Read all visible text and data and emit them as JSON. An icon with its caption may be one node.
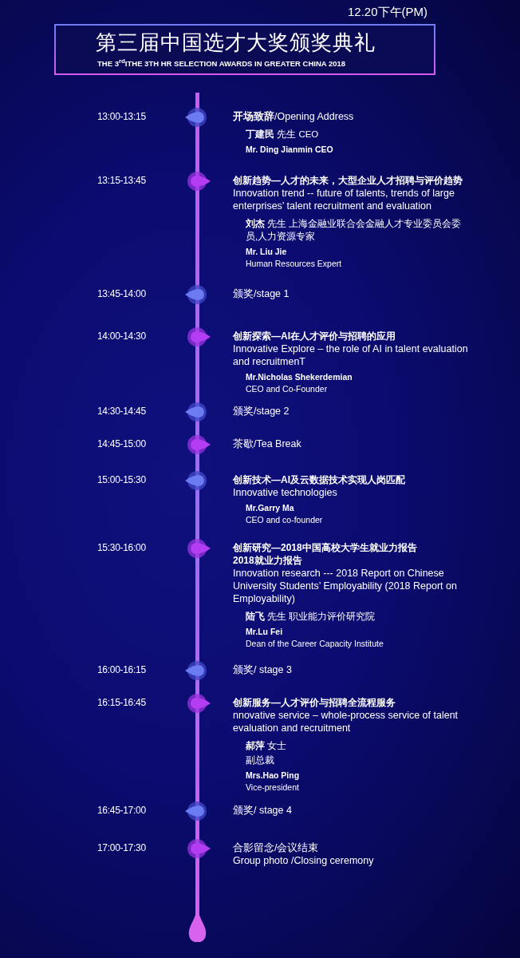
{
  "diagram": {
    "nodes": [
      {
        "text": [
          "第三届中国选才大奖颁奖典礼",
          "THE 3$^{rd}$ITHE 3TH HR SELECTION AWARDS IN GREATER CHINA 2018"
        ]
      },
      {
        "text": [],
        "shape": "circle",
        "beside": [
          "**开场致辞**/Opening Address",
          "**丁建民** 先生 CEO",
          "Mr. Ding Jianmin CEO"
        ]
      },
      {
        "text": [],
        "shape": "circle",
        "beside": [
          "创新趋势—人才的未来，大型企业人才招聘与评价趋势",
          "Innovation trend -- future of talents, trends of large enterprises’ talent recruitment and evaluation",
          "**刘杰** 先生 上海金融业联合会金融人才专业委员会委员,人力资源专家",
          "Mr. Liu Jie",
          "Human Resources Expert"
        ]
      },
      {
        "text": [],
        "shape": "circle",
        "beside": [
          "颁奖/stage 1"
        ]
      },
      {
        "text": [],
        "shape": "circle",
        "beside": [
          "创新探索—AI在人才评价与招聘的应用",
          "Innovative Explore – the role of AI in talent evaluation and recruitmenT",
          "Mr.Nicholas Shekerdemian",
          "CEO and Co-Founder"
        ]
      },
      {
        "text": [],
        "shape": "circle",
        "beside": [
          "颁奖/stage 2"
        ]
      },
      {
        "text": [],
        "shape": "circle",
        "beside": [
          "茶歇/Tea Break"
        ]
      },
      {
        "text": [],
        "shape": "circle",
        "beside": [
          "创新技术—AI及云数据技术实现人岗匹配",
          "Innovative technologies",
          "Mr.Garry Ma",
          "CEO and co-founder"
        ]
      },
      {
        "text": [],
        "shape": "circle",
        "beside": [
          "创新研究—2018中国高校大学生就业力报告",
          "2018就业力报告",
          "Innovation research --- 2018 Report on Chinese University Students’ Employability (2018 Report on Employability)",
          "**陆飞** 先生 职业能力评价研究院",
          "Mr.Lu Fei",
          "Dean of the Career Capacity Institute"
        ]
      },
      {
        "text": [],
        "shape": "circle",
        "beside": [
          "颁奖/ stage 3"
        ]
      },
      {
        "text": [],
        "shape": "circle",
        "beside": [
          "创新服务—人才评价与招聘全流程服务",
          "nnovative service – whole-process service of talent evaluation and recruitment",
          "**郝萍** 女士",
          "副总裁",
          "Mrs.Hao Ping",
          "Vice-president"
        ]
      },
      {
        "text": [],
        "shape": "circle",
        "beside": [
          "颁奖/ stage 4"
        ]
      },
      {
        "text": [],
        "shape": "circle",
        "beside": [
          "合影留念/会议结束",
          "Group photo /Closing ceremony"
        ]
      }
    ],
    "labels": [
      "12.20下午(PM)",
      "13:00-13:15",
      "13:15-13:45",
      "13:45-14:00",
      "14:00-14:30",
      "14:30-14:45",
      "14:45-15:00",
      "15:00-15:30",
      "15:30-16:00",
      "16:00-16:15",
      "16:15-16:45",
      "16:45-17:00",
      "17:00-17:30"
    ]
  }
}
